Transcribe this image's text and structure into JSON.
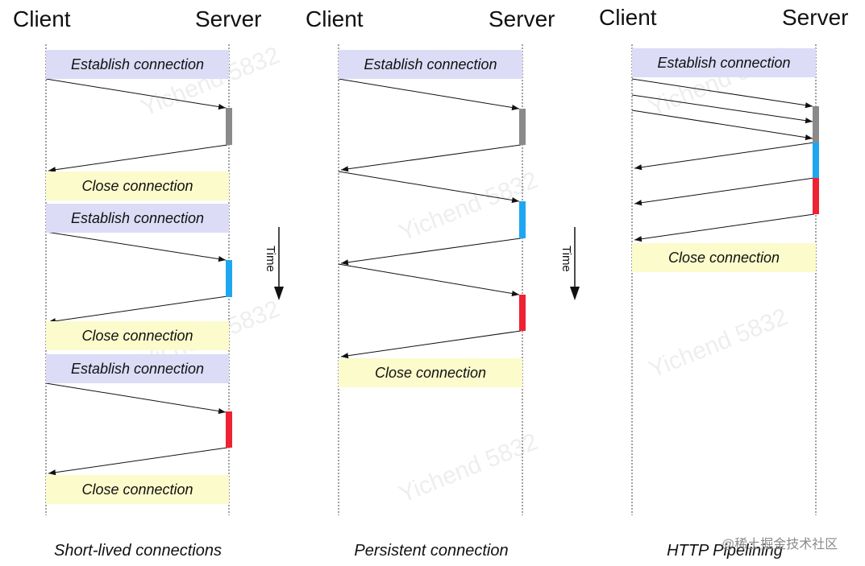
{
  "headers": {
    "client": "Client",
    "server": "Server"
  },
  "bands": {
    "establish": "Establish connection",
    "close": "Close connection"
  },
  "time_label": "Time",
  "captions": {
    "short_lived": "Short-lived connections",
    "persistent": "Persistent connection",
    "pipelining": "HTTP Pipelining"
  },
  "watermark": "Yichend 5832",
  "credit": "@稀土掘金技术社区",
  "colors": {
    "establish_band": "#dcdcf7",
    "close_band": "#fbfbcc",
    "request_gray": "#8a8a8a",
    "request_blue": "#1ea7f0",
    "request_red": "#ee2233"
  }
}
